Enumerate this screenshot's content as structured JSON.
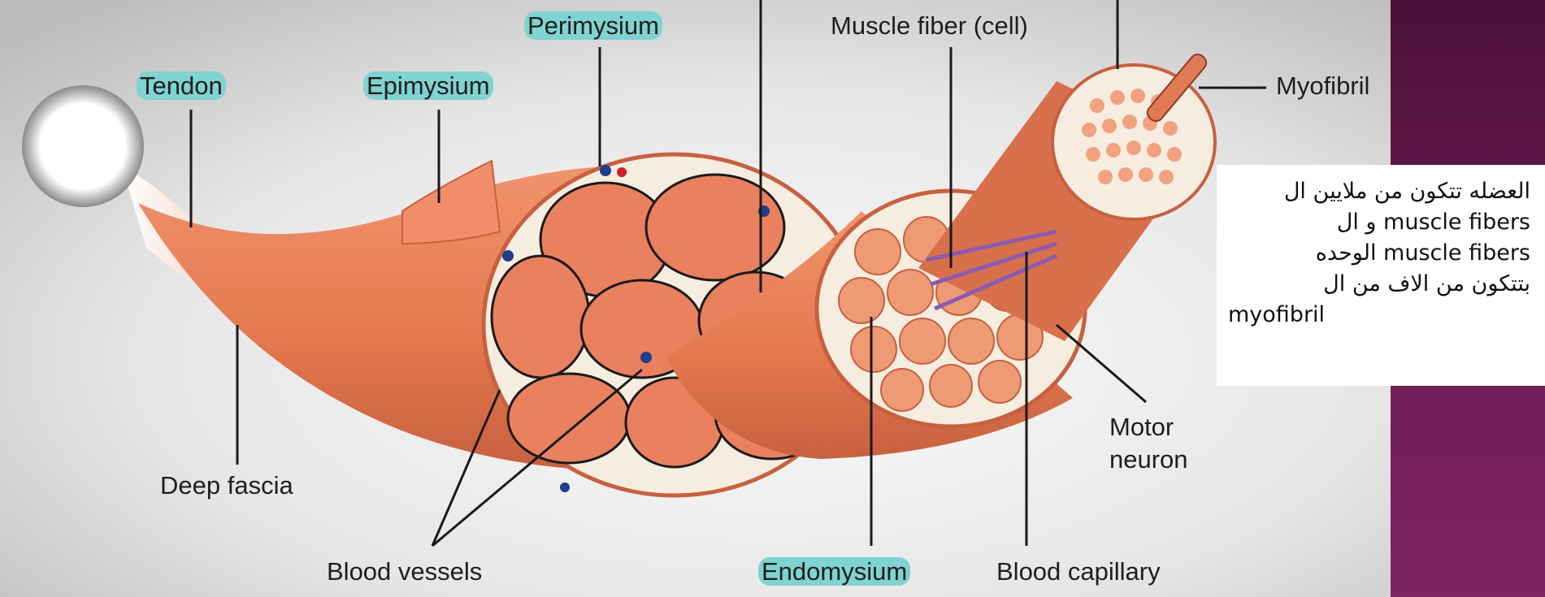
{
  "labels": {
    "perimysium": "Perimysium",
    "muscle_fiber": "Muscle fiber (cell)",
    "tendon": "Tendon",
    "epimysium": "Epimysium",
    "myofibril": "Myofibril",
    "deep_fascia": "Deep fascia",
    "blood_vessels": "Blood vessels",
    "endomysium": "Endomysium",
    "blood_capillary": "Blood capillary",
    "motor_neuron_line1": "Motor",
    "motor_neuron_line2": "neuron"
  },
  "note": {
    "lines": [
      "العضله تتكون من ملايين ال",
      "muscle fibers و ال",
      "muscle fibers الوحده",
      "بتتكون من الاف من ال",
      "myofibril"
    ]
  },
  "colors": {
    "highlight": "#7fd3d0",
    "muscle": "#e9805e",
    "muscle_dark": "#c8603f",
    "fiber_fill": "#f2a27f",
    "connective": "#f6ede0",
    "panel": "#6b1b51",
    "vessel_blue": "#1e3f8a",
    "vessel_red": "#c8202c",
    "nerve_purple": "#8b5bb0"
  }
}
